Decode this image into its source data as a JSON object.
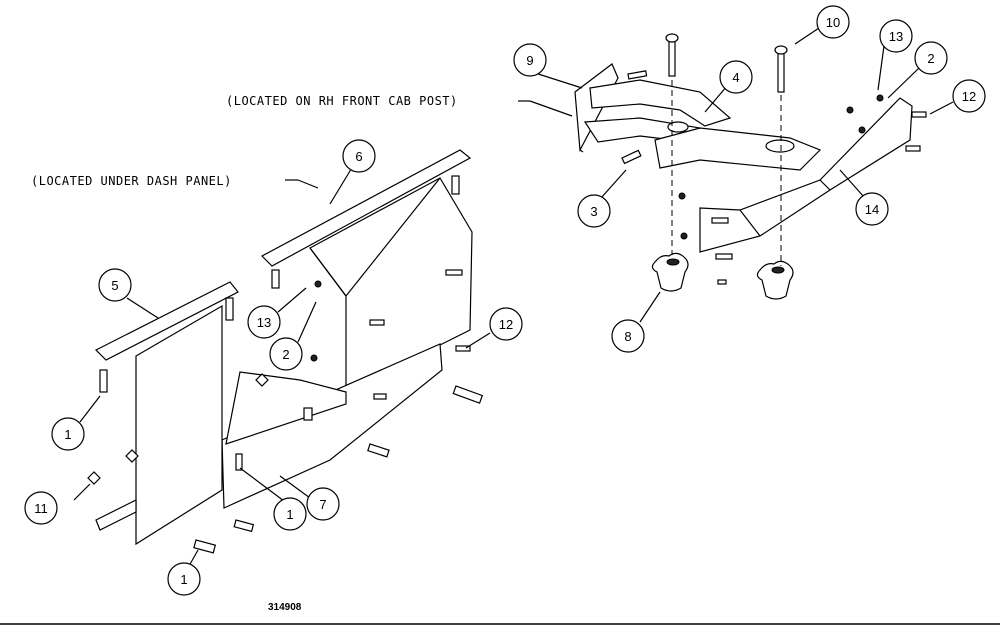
{
  "notes": {
    "rh_cab_post": "(LOCATED ON RH FRONT CAB POST)",
    "under_dash": "(LOCATED UNDER DASH PANEL)"
  },
  "drawing_number": "314908",
  "callouts": [
    {
      "id": "c1a",
      "label": "1"
    },
    {
      "id": "c1b",
      "label": "1"
    },
    {
      "id": "c1c",
      "label": "1"
    },
    {
      "id": "c2a",
      "label": "2"
    },
    {
      "id": "c2b",
      "label": "2"
    },
    {
      "id": "c3",
      "label": "3"
    },
    {
      "id": "c4",
      "label": "4"
    },
    {
      "id": "c5",
      "label": "5"
    },
    {
      "id": "c6",
      "label": "6"
    },
    {
      "id": "c7",
      "label": "7"
    },
    {
      "id": "c8",
      "label": "8"
    },
    {
      "id": "c9",
      "label": "9"
    },
    {
      "id": "c10",
      "label": "10"
    },
    {
      "id": "c11",
      "label": "11"
    },
    {
      "id": "c12a",
      "label": "12"
    },
    {
      "id": "c12b",
      "label": "12"
    },
    {
      "id": "c13a",
      "label": "13"
    },
    {
      "id": "c13b",
      "label": "13"
    },
    {
      "id": "c14",
      "label": "14"
    }
  ]
}
